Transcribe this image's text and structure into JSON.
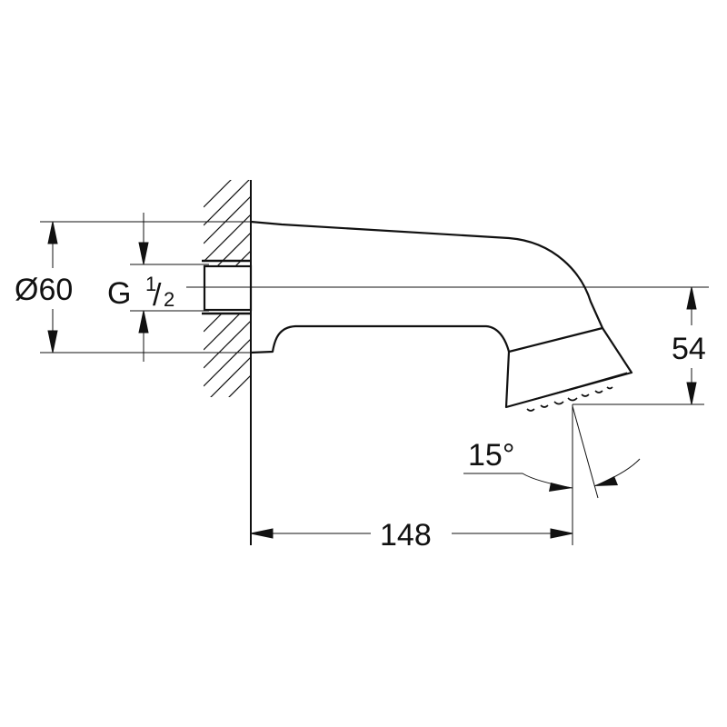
{
  "drawing": {
    "title": "Bath spout technical dimension drawing",
    "colors": {
      "line": "#111111",
      "background": "#ffffff"
    },
    "dimensions": {
      "outer_diameter": {
        "label": "Ø60"
      },
      "thread": {
        "prefix": "G",
        "numerator": "1",
        "slash": "/",
        "denominator": "2"
      },
      "height_drop": {
        "label": "54"
      },
      "projection": {
        "label": "148"
      },
      "spray_angle": {
        "label": "15°"
      }
    }
  }
}
